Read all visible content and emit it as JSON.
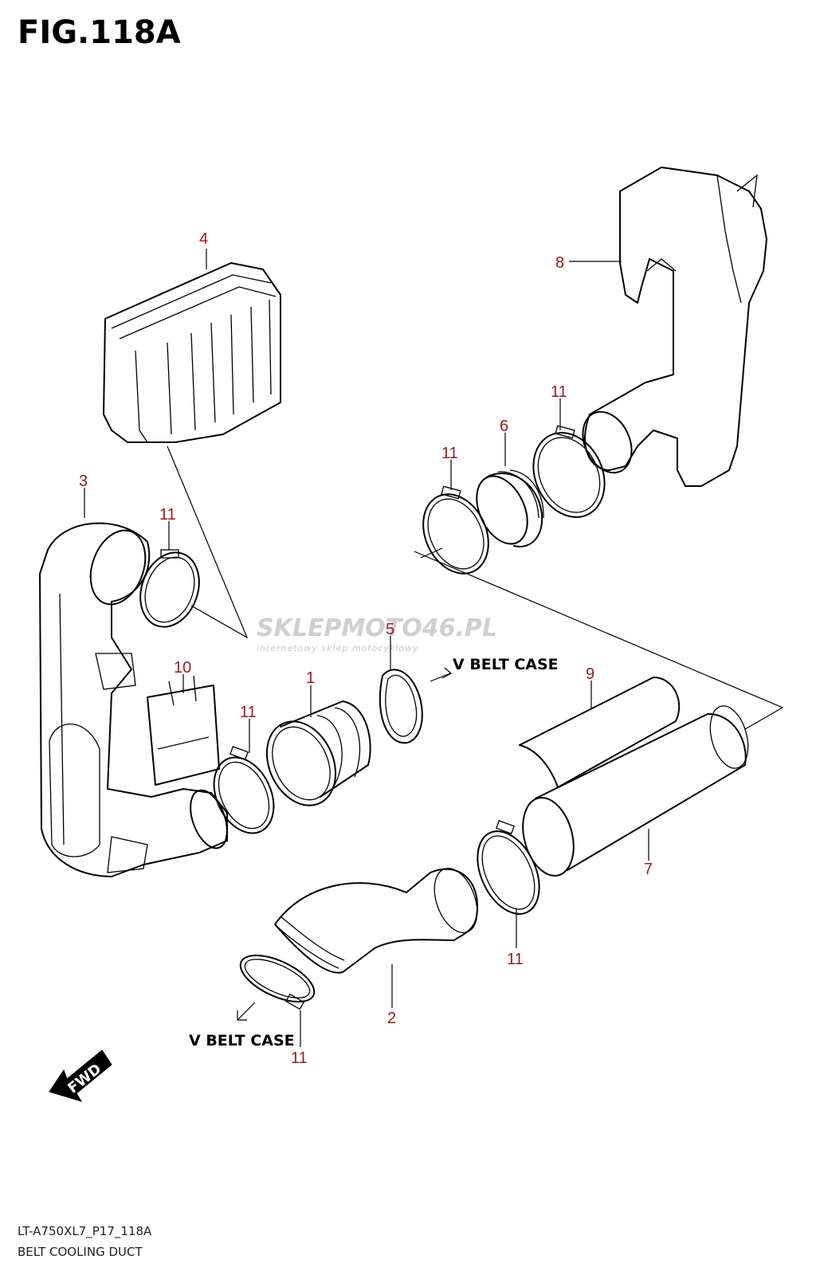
{
  "figure": {
    "title": "FIG.118A",
    "model_code": "LT-A750XL7_P17_118A",
    "name": "BELT COOLING DUCT"
  },
  "notes": {
    "v_belt_case_upper": "V BELT CASE",
    "v_belt_case_lower": "V BELT CASE",
    "fwd_label": "FWD"
  },
  "watermark": {
    "main_text": "SKLEPMOTO46.PL",
    "sub_text": "internetowy sklep motocyklowy"
  },
  "callouts": {
    "c1": "1",
    "c2": "2",
    "c3": "3",
    "c4": "4",
    "c5": "5",
    "c6": "6",
    "c7": "7",
    "c8": "8",
    "c9": "9",
    "c10": "10",
    "c11_a": "11",
    "c11_b": "11",
    "c11_c": "11",
    "c11_d": "11",
    "c11_e": "11",
    "c11_f": "11"
  },
  "colors": {
    "callout": "#9b1b1b",
    "line": "#000000",
    "watermark": "#cfcfcf"
  }
}
